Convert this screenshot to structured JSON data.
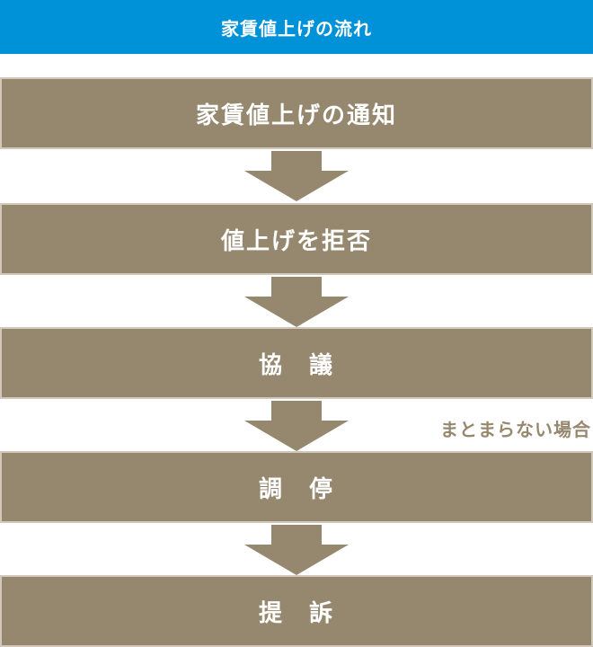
{
  "header": {
    "title": "家賃値上げの流れ"
  },
  "steps": [
    {
      "label": "家賃値上げの通知"
    },
    {
      "label": "値上げを拒否"
    },
    {
      "label": "協　議"
    },
    {
      "label": "調　停"
    },
    {
      "label": "提　訴"
    }
  ],
  "note": "まとまらない場合",
  "colors": {
    "header": "#0092d8",
    "step": "#96886e",
    "step_border": "#cfc8bb"
  }
}
